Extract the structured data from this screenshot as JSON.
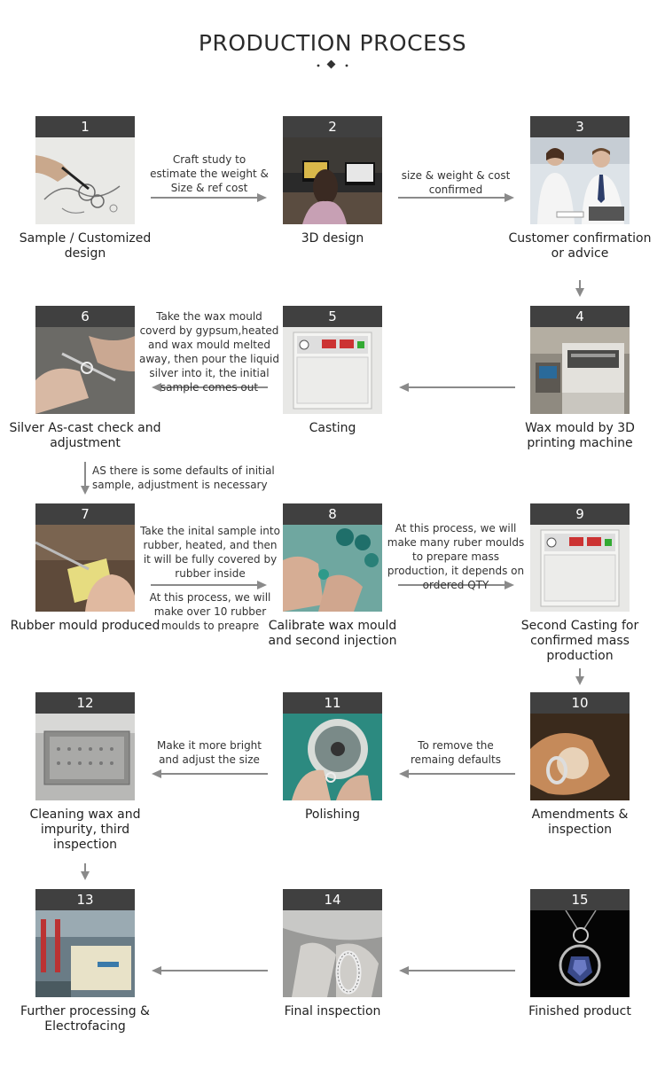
{
  "title": "PRODUCTION PROCESS",
  "colors": {
    "header_bar": "#404040",
    "arrow": "#8a8a8a",
    "background": "#ffffff"
  },
  "steps": [
    {
      "number": "1",
      "label": "Sample / Customized design"
    },
    {
      "number": "2",
      "label": "3D design"
    },
    {
      "number": "3",
      "label": "Customer confirmation or advice"
    },
    {
      "number": "4",
      "label": "Wax mould by 3D printing machine"
    },
    {
      "number": "5",
      "label": "Casting"
    },
    {
      "number": "6",
      "label": "Silver As-cast check and adjustment"
    },
    {
      "number": "7",
      "label": "Rubber mould produced"
    },
    {
      "number": "8",
      "label": "Calibrate wax mould and second injection"
    },
    {
      "number": "9",
      "label": "Second Casting for confirmed mass production"
    },
    {
      "number": "10",
      "label": "Amendments & inspection"
    },
    {
      "number": "11",
      "label": "Polishing"
    },
    {
      "number": "12",
      "label": "Cleaning wax and impurity, third inspection"
    },
    {
      "number": "13",
      "label": "Further processing & Electrofacing"
    },
    {
      "number": "14",
      "label": "Final inspection"
    },
    {
      "number": "15",
      "label": "Finished product"
    }
  ],
  "notes": {
    "n1_2": "Craft study to estimate the weight & Size & ref cost",
    "n2_3": "size & weight & cost confirmed",
    "n5_6": "Take the wax mould coverd by gypsum,heated and wax mould melted away, then pour the liquid silver into it, the initial sample comes out",
    "n6_7": "AS there is some defaults of initial sample, adjustment is necessary",
    "n7_8_top": "Take the inital sample into rubber, heated, and then it will be fully covered by rubber inside",
    "n7_8_bottom": "At this process, we will make over 10 rubber moulds to preapre",
    "n8_9": "At this process, we will make many ruber moulds to prepare mass production, it depends on ordered QTY",
    "n10_11": "To remove the remaing defaults",
    "n11_12": "Make it more bright and adjust the size"
  }
}
